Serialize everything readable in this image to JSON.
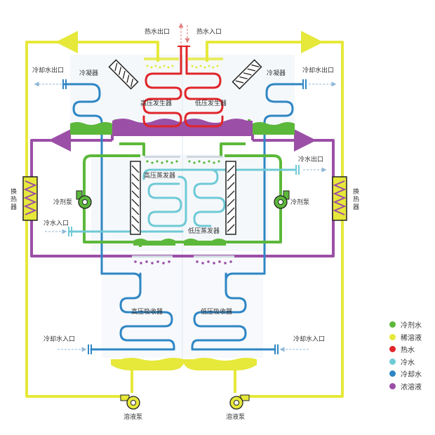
{
  "labels": {
    "hot_water_out": "热水出口",
    "hot_water_in": "热水入口",
    "cooling_water_out_left": "冷却水出口",
    "cooling_water_out_right": "冷却水出口",
    "condenser_left": "冷凝器",
    "condenser_right": "冷凝器",
    "hp_generator": "高压发生器",
    "lp_generator": "低压发生器",
    "chilled_water_out": "冷水出口",
    "chilled_water_in": "冷水入口",
    "hp_evaporator": "高压蒸发器",
    "lp_evaporator": "低压蒸发器",
    "refrigerant_pump_left": "冷剂泵",
    "refrigerant_pump_right": "冷剂泵",
    "heat_exchanger_left": "换热器",
    "heat_exchanger_right": "换热器",
    "hp_absorber": "高压吸收器",
    "lp_absorber": "低压吸收器",
    "cooling_water_in_left": "冷却水入口",
    "cooling_water_in_right": "冷却水入口",
    "solution_pump_left": "溶液泵",
    "solution_pump_right": "溶液泵"
  },
  "legend": [
    {
      "label": "冷剂水",
      "color": "#5cb83a"
    },
    {
      "label": "稀溶液",
      "color": "#e6e83a"
    },
    {
      "label": "热水",
      "color": "#e0262a"
    },
    {
      "label": "冷水",
      "color": "#6fcad6"
    },
    {
      "label": "冷却水",
      "color": "#2f86c4"
    },
    {
      "label": "浓溶液",
      "color": "#9b4fa6"
    }
  ],
  "colors": {
    "refrigerant_water": "#5cb83a",
    "dilute_solution": "#e6e83a",
    "hot_water": "#e0262a",
    "chilled_water": "#6fcad6",
    "cooling_water": "#2f86c4",
    "concentrated_solution": "#9b4fa6"
  }
}
